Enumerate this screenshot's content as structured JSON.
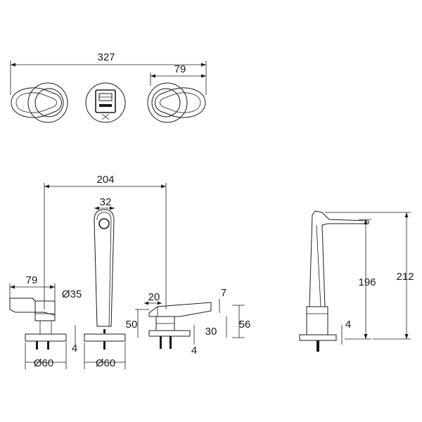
{
  "top_view": {
    "overall_width": "327",
    "handle_width": "79"
  },
  "front_view": {
    "overall_width": "204",
    "spout_width": "32",
    "left_handle_length": "79",
    "left_handle_dia": "Ø35",
    "left_base_dia": "Ø60",
    "left_base_gap": "4",
    "center_base_dia": "Ø60",
    "right_handle_width": "20",
    "right_handle_tip": "7",
    "right_handle_height": "50",
    "right_body_height": "30",
    "right_total_height": "56",
    "right_base_gap": "4"
  },
  "side_view": {
    "spout_height": "196",
    "total_height": "212",
    "base_gap": "4"
  }
}
